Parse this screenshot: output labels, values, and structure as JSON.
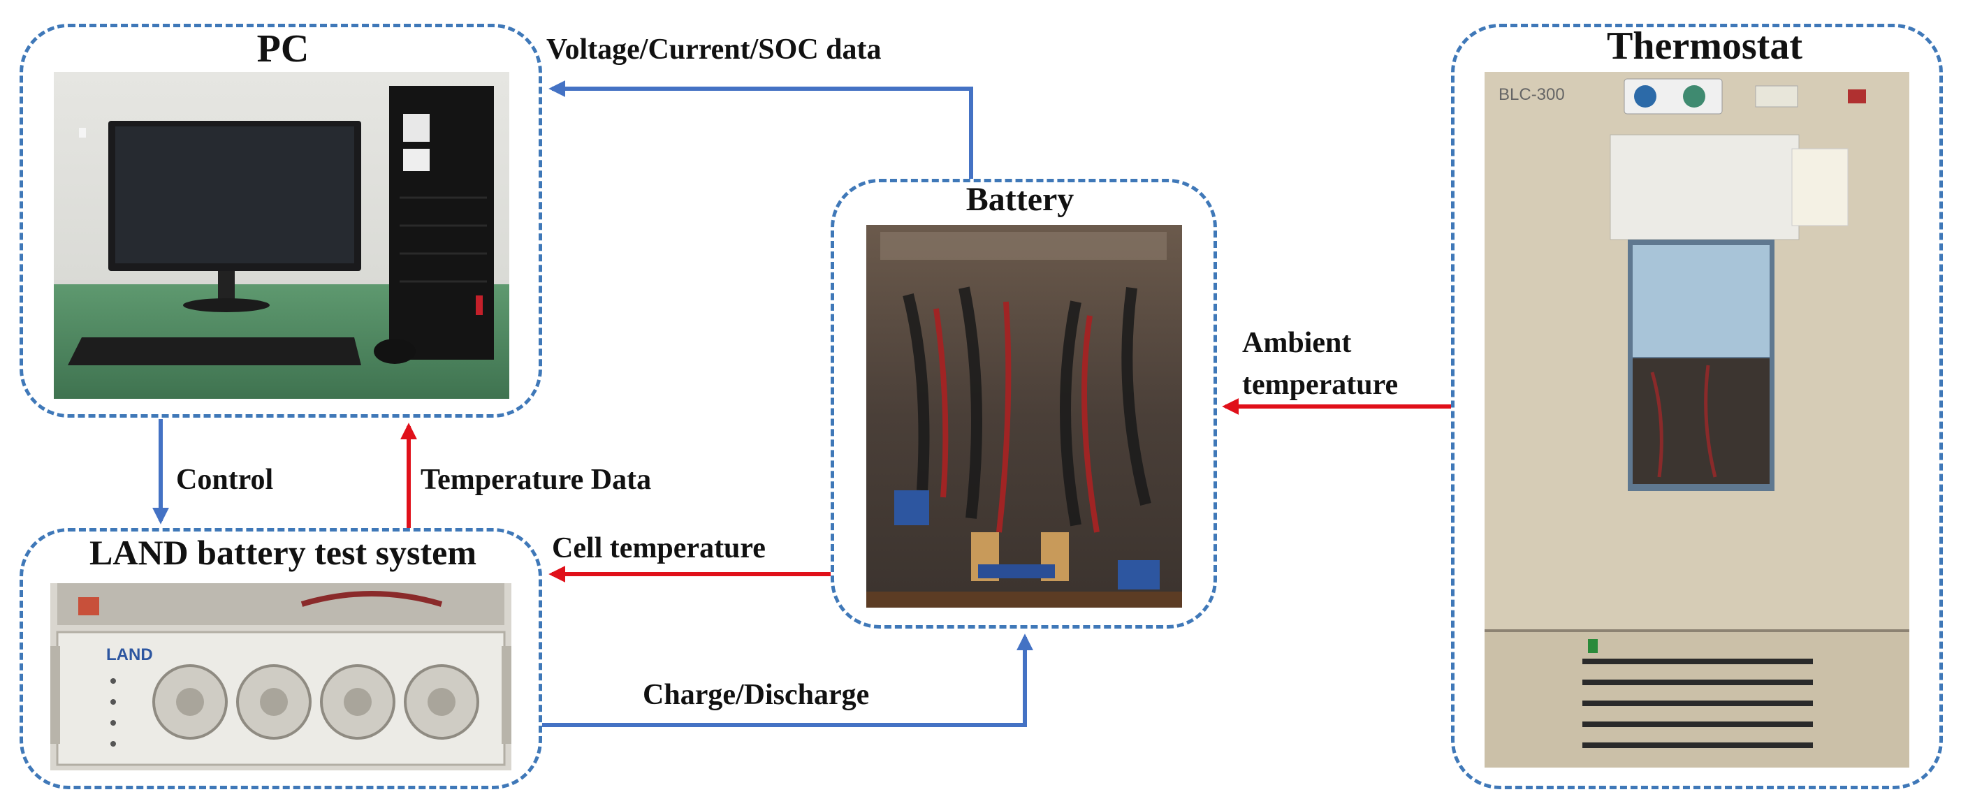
{
  "nodes": {
    "pc": {
      "title": "PC"
    },
    "battery": {
      "title": "Battery"
    },
    "thermostat": {
      "title": "Thermostat",
      "device_label": "BLC-300"
    },
    "land": {
      "title": "LAND battery test system",
      "device_label": "LAND"
    }
  },
  "edges": {
    "voltage_data": {
      "label": "Voltage/Current/SOC data",
      "color": "#4472c4"
    },
    "control": {
      "label": "Control",
      "color": "#4472c4"
    },
    "temperature_data": {
      "label": "Temperature Data",
      "color": "#e0101a"
    },
    "cell_temperature": {
      "label": "Cell temperature",
      "color": "#e0101a"
    },
    "charge_discharge": {
      "label": "Charge/Discharge",
      "color": "#4472c4"
    },
    "ambient_temperature": {
      "label_line1": "Ambient",
      "label_line2": "temperature",
      "color": "#e0101a"
    }
  }
}
